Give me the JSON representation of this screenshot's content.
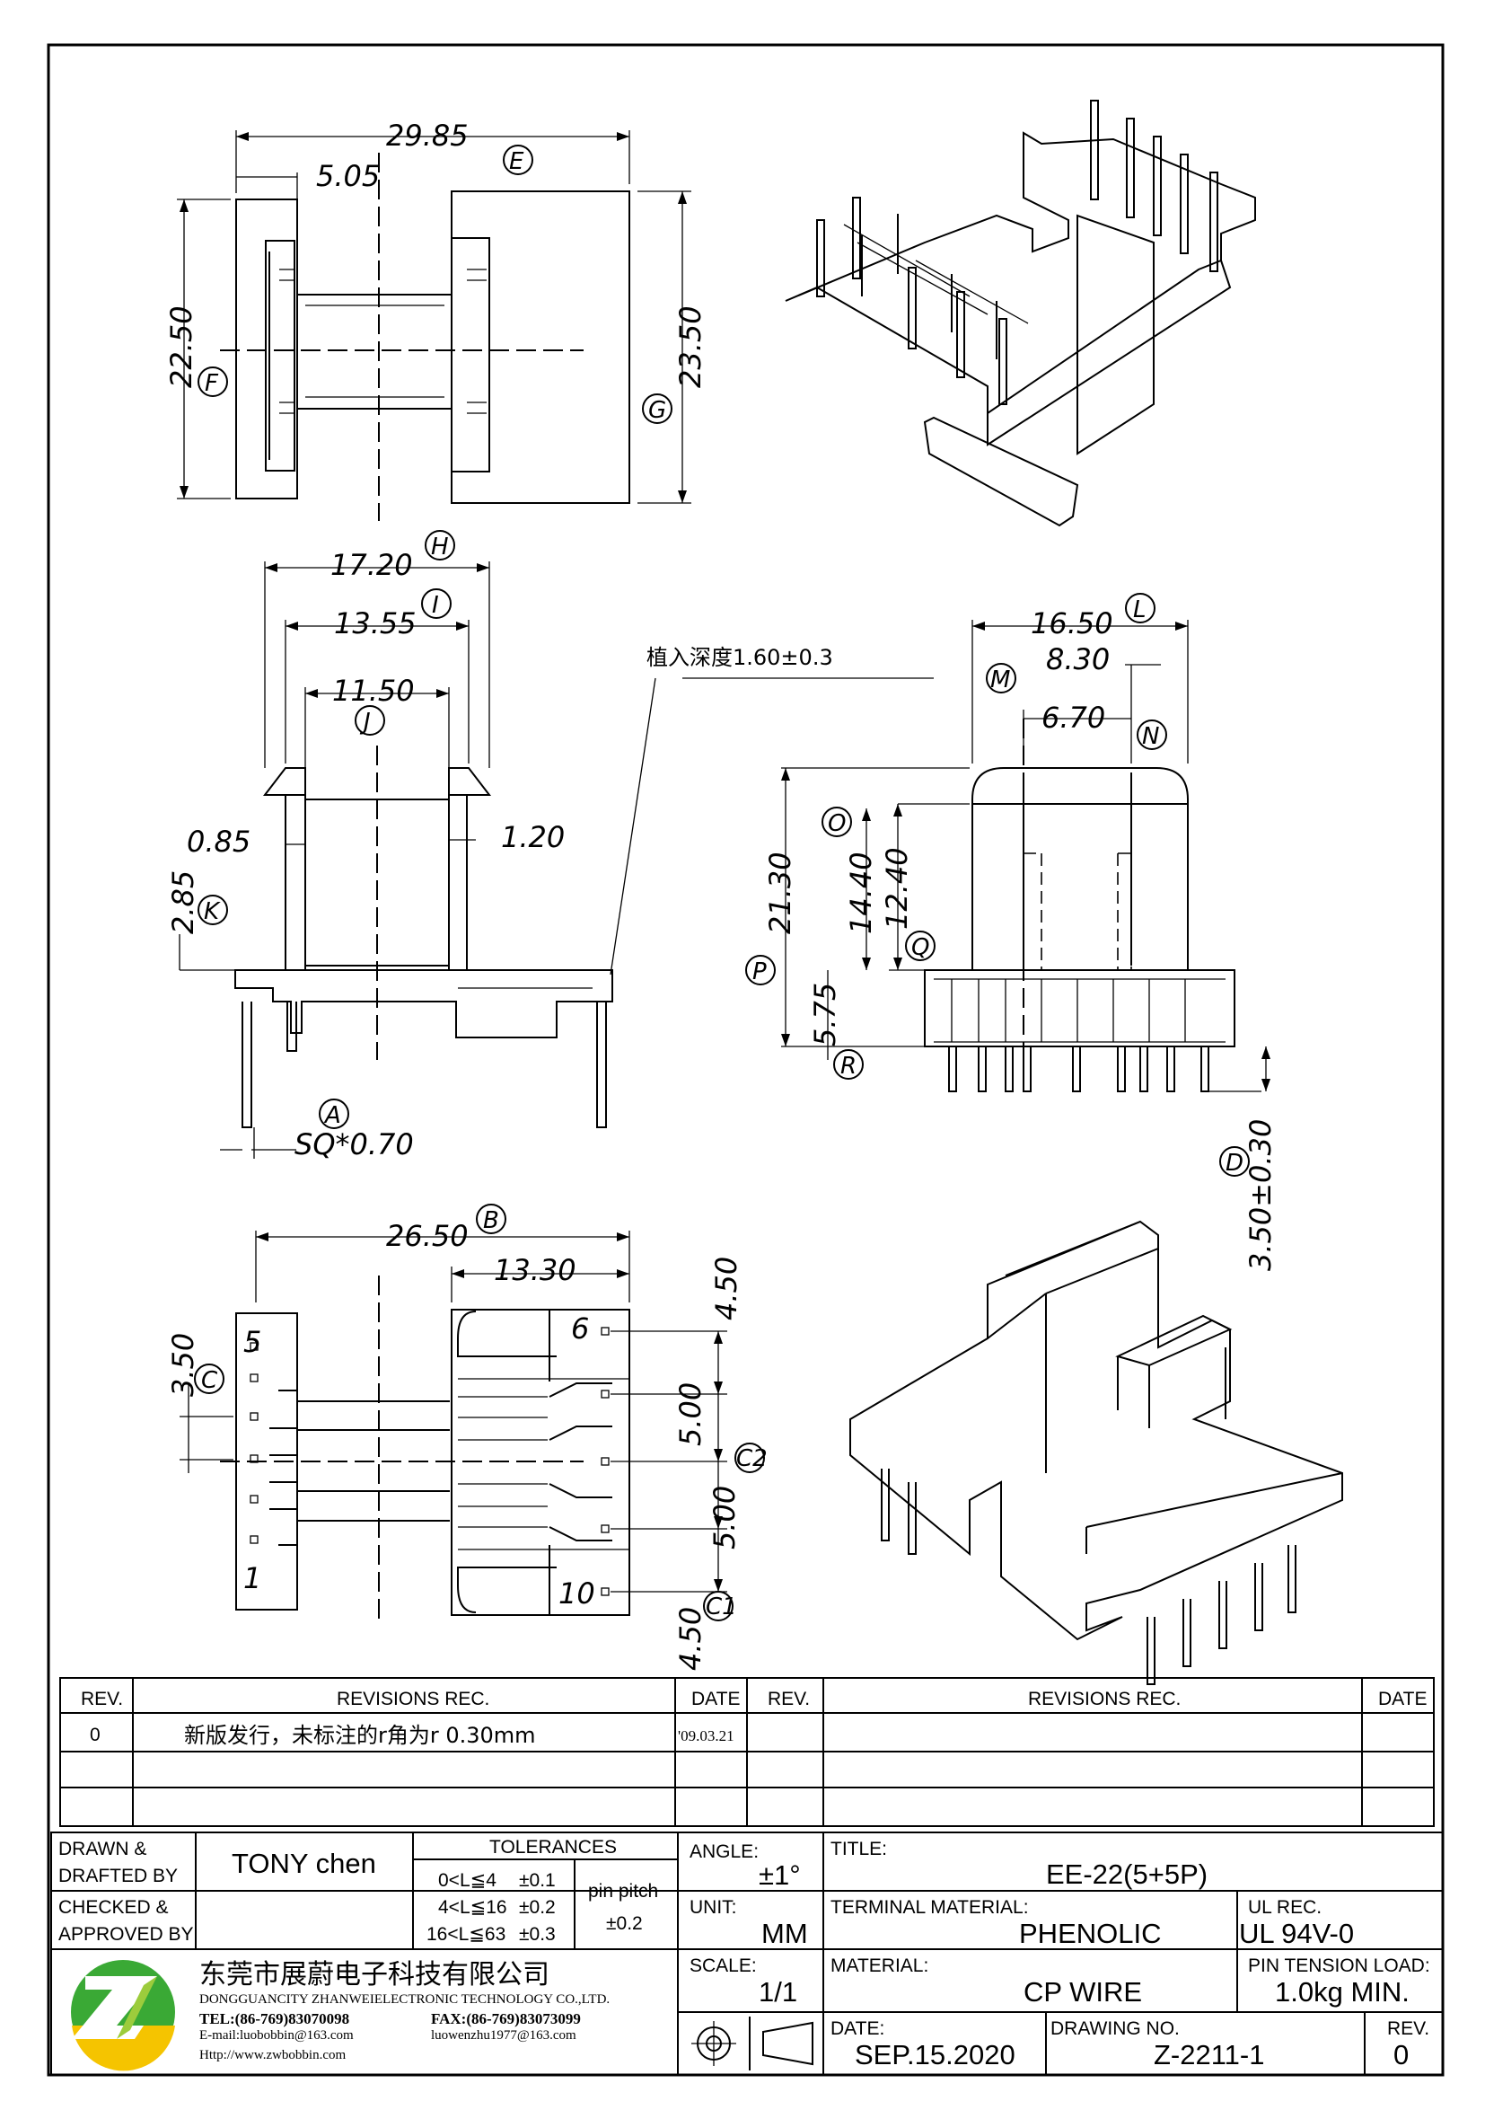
{
  "dimensions": {
    "top_view": {
      "overall_width": "29.85",
      "flange_thickness": "5.05",
      "height_left": "22.50",
      "height_right": "23.50"
    },
    "front_view": {
      "width_outer": "17.20",
      "width_mid": "13.55",
      "width_inner": "11.50",
      "wall_left": "0.85",
      "wall_right": "1.20",
      "flange_height": "2.85",
      "pin_size": "SQ*0.70"
    },
    "side_view": {
      "width": "16.50",
      "half_width": "8.30",
      "core_offset": "6.70",
      "height_total": "21.30",
      "height_a": "14.40",
      "height_b": "12.40",
      "base_height": "5.75",
      "pin_length": "3.50±0.30"
    },
    "bottom_view": {
      "length": "26.50",
      "half_length": "13.30",
      "pitch_end": "3.50",
      "pitch_a": "4.50",
      "pitch_b": "5.00",
      "pitch_c": "5.00",
      "pitch_d": "4.50"
    }
  },
  "markers": {
    "A": "A",
    "B": "B",
    "C": "C",
    "C1": "C1",
    "C2": "C2",
    "D": "D",
    "E": "E",
    "F": "F",
    "G": "G",
    "H": "H",
    "I": "I",
    "J": "J",
    "K": "K",
    "L": "L",
    "M": "M",
    "N": "N",
    "O": "O",
    "P": "P",
    "Q": "Q",
    "R": "R"
  },
  "pin_labels": {
    "p1": "1",
    "p5": "5",
    "p6": "6",
    "p10": "10"
  },
  "insertion_note": "植入深度1.60±0.3",
  "revisions": {
    "headers": {
      "rev": "REV.",
      "rec": "REVISIONS  REC.",
      "date": "DATE"
    },
    "rows": [
      {
        "rev": "0",
        "rec": "新版发行，未标注的r角为r 0.30mm",
        "date": "'09.03.21"
      }
    ]
  },
  "title_block": {
    "drawn_label_1": "DRAWN &",
    "drawn_label_2": "DRAFTED BY",
    "drawn_by": "TONY chen",
    "checked_label_1": "CHECKED &",
    "checked_label_2": "APPROVED BY",
    "tolerances_label": "TOLERANCES",
    "tol_rows": [
      {
        "range": "0<L≦4",
        "tol": "±0.1"
      },
      {
        "range": "4<L≦16",
        "tol": "±0.2"
      },
      {
        "range": "16<L≦63",
        "tol": "±0.3"
      }
    ],
    "pin_pitch_label": "pin pitch",
    "pin_pitch_tol": "±0.2",
    "angle_label": "ANGLE:",
    "angle_value": "±1°",
    "unit_label": "UNIT:",
    "unit_value": "MM",
    "scale_label": "SCALE:",
    "scale_value": "1/1",
    "title_label": "TITLE:",
    "title_value": "EE-22(5+5P)",
    "terminal_label": "TERMINAL MATERIAL:",
    "terminal_value": "PHENOLIC",
    "ul_label": "UL REC.",
    "ul_value": "UL 94V-0",
    "material_label": "MATERIAL:",
    "material_value": "CP WIRE",
    "pin_tension_label": "PIN TENSION LOAD:",
    "pin_tension_value": "1.0kg MIN.",
    "date_label": "DATE:",
    "date_value": "SEP.15.2020",
    "drawing_no_label": "DRAWING NO.",
    "drawing_no_value": "Z-2211-1",
    "rev_label": "REV.",
    "rev_value": "0"
  },
  "company": {
    "name_cn": "东莞市展蔚电子科技有限公司",
    "name_en": "DONGGUANCITY ZHANWEIELECTRONIC TECHNOLOGY CO.,LTD.",
    "tel": "TEL:(86-769)83070098",
    "fax": "FAX:(86-769)83073099",
    "email1": "E-mail:luobobbin@163.com",
    "email2": "luowenzhu1977@163.com",
    "web": "Http://www.zwbobbin.com"
  },
  "colors": {
    "logo_green": "#3aa935",
    "logo_yellow": "#f5c400",
    "logo_light": "#9ccc3c"
  }
}
